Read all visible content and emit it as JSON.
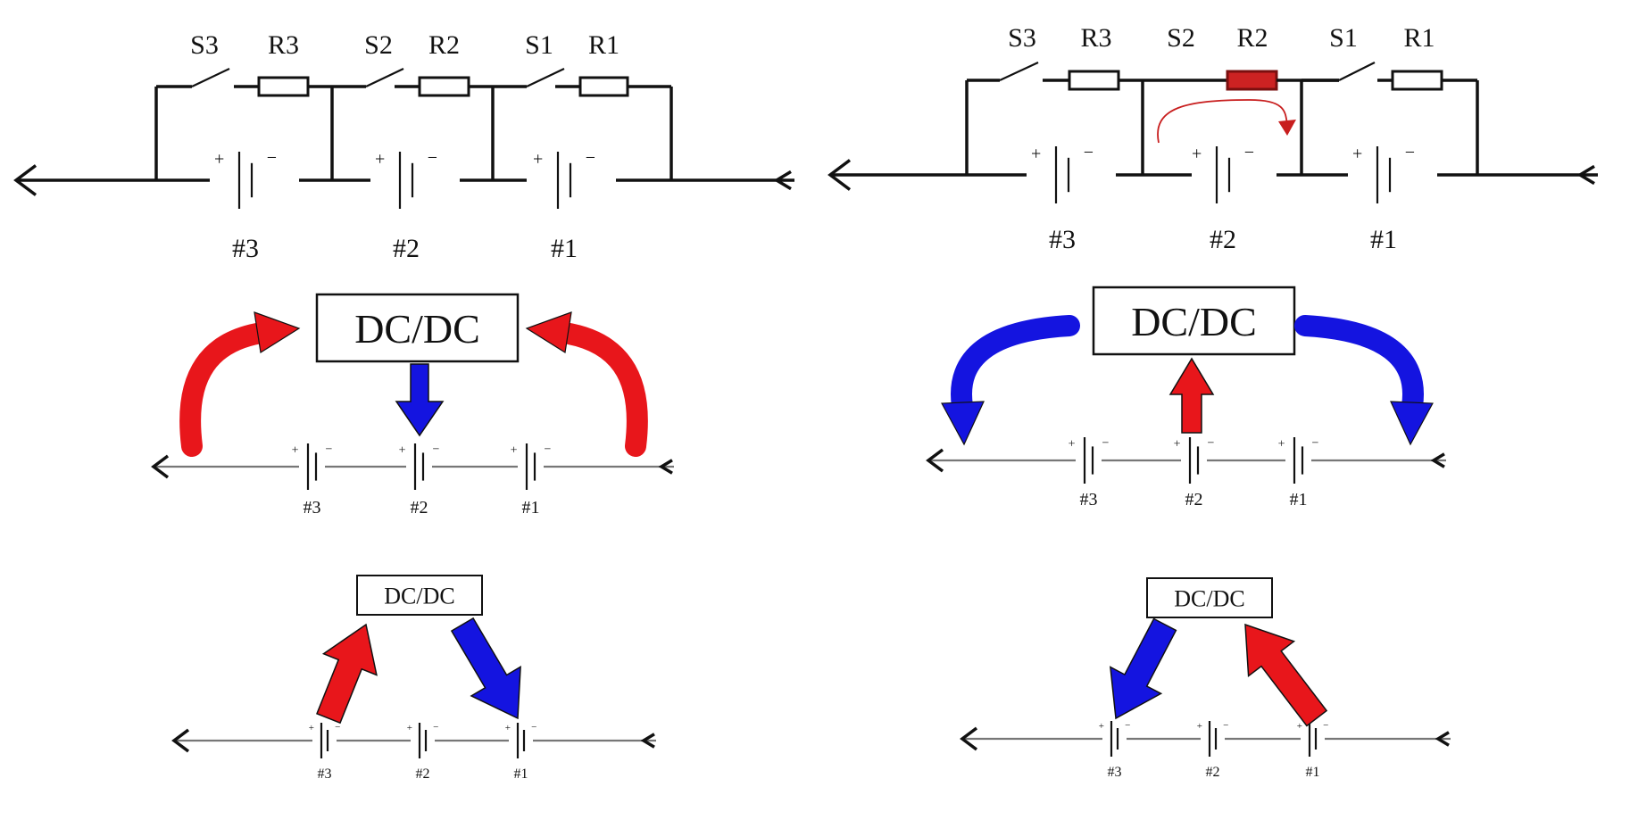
{
  "colors": {
    "red": "#e8161b",
    "blue": "#1414e0",
    "hot_resistor": "#cc2222",
    "red_path": "#c81e1e"
  },
  "panels": {
    "left_circuit": {
      "switches": [
        "S3",
        "S2",
        "S1"
      ],
      "resistors": [
        "R3",
        "R2",
        "R1"
      ],
      "cells": [
        "#3",
        "#2",
        "#1"
      ]
    },
    "right_circuit": {
      "switches": [
        "S3",
        "S2",
        "S1"
      ],
      "resistors": [
        "R3",
        "R2",
        "R1"
      ],
      "cells": [
        "#3",
        "#2",
        "#1"
      ],
      "highlighted_resistor": "R2"
    },
    "left_mid": {
      "box": "DC/DC",
      "cells": [
        "#3",
        "#2",
        "#1"
      ]
    },
    "right_mid": {
      "box": "DC/DC",
      "cells": [
        "#3",
        "#2",
        "#1"
      ]
    },
    "left_bottom": {
      "box": "DC/DC",
      "cells": [
        "#3",
        "#2",
        "#1"
      ]
    },
    "right_bottom": {
      "box": "DC/DC",
      "cells": [
        "#3",
        "#2",
        "#1"
      ]
    },
    "polarity": {
      "plus": "+",
      "minus": "−"
    }
  }
}
